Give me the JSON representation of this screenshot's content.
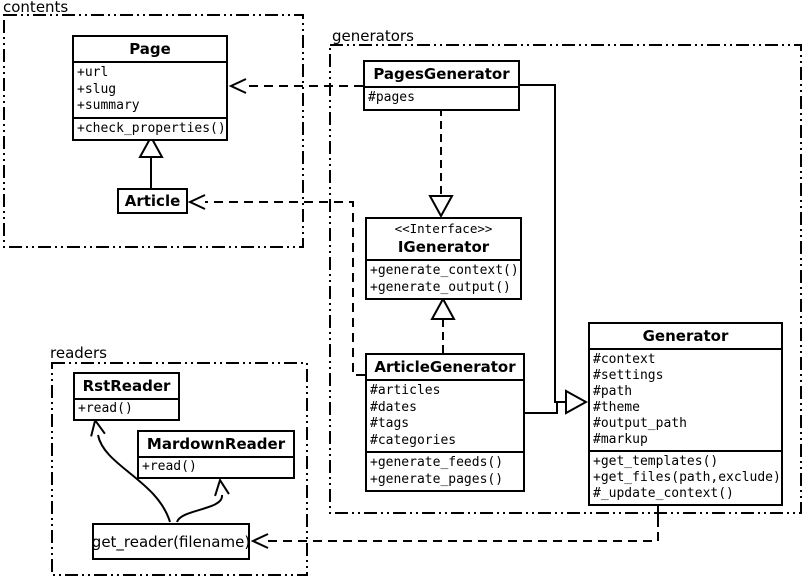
{
  "diagram": {
    "background": "#ffffff",
    "stroke_color": "#000000"
  },
  "packages": {
    "contents": {
      "label": "contents"
    },
    "generators": {
      "label": "generators"
    },
    "readers": {
      "label": "readers"
    }
  },
  "classes": {
    "page": {
      "title": "Page",
      "attributes": [
        "+url",
        "+slug",
        "+summary"
      ],
      "methods": [
        "+check_properties()"
      ]
    },
    "article": {
      "title": "Article"
    },
    "pages_generator": {
      "title": "PagesGenerator",
      "attributes": [
        "#pages"
      ]
    },
    "igenerator": {
      "stereotype": "<<Interface>>",
      "title": "IGenerator",
      "methods": [
        "+generate_context()",
        "+generate_output()"
      ]
    },
    "article_generator": {
      "title": "ArticleGenerator",
      "attributes": [
        "#articles",
        "#dates",
        "#tags",
        "#categories"
      ],
      "methods": [
        "+generate_feeds()",
        "+generate_pages()"
      ]
    },
    "generator": {
      "title": "Generator",
      "attributes": [
        "#context",
        "#settings",
        "#path",
        "#theme",
        "#output_path",
        "#markup"
      ],
      "methods": [
        "+get_templates()",
        "+get_files(path,exclude)",
        "#_update_context()"
      ]
    },
    "rst_reader": {
      "title": "RstReader",
      "methods": [
        "+read()"
      ]
    },
    "mardown_reader": {
      "title": "MardownReader",
      "methods": [
        "+read()"
      ]
    },
    "get_reader": {
      "title": "get_reader(filename)"
    }
  }
}
